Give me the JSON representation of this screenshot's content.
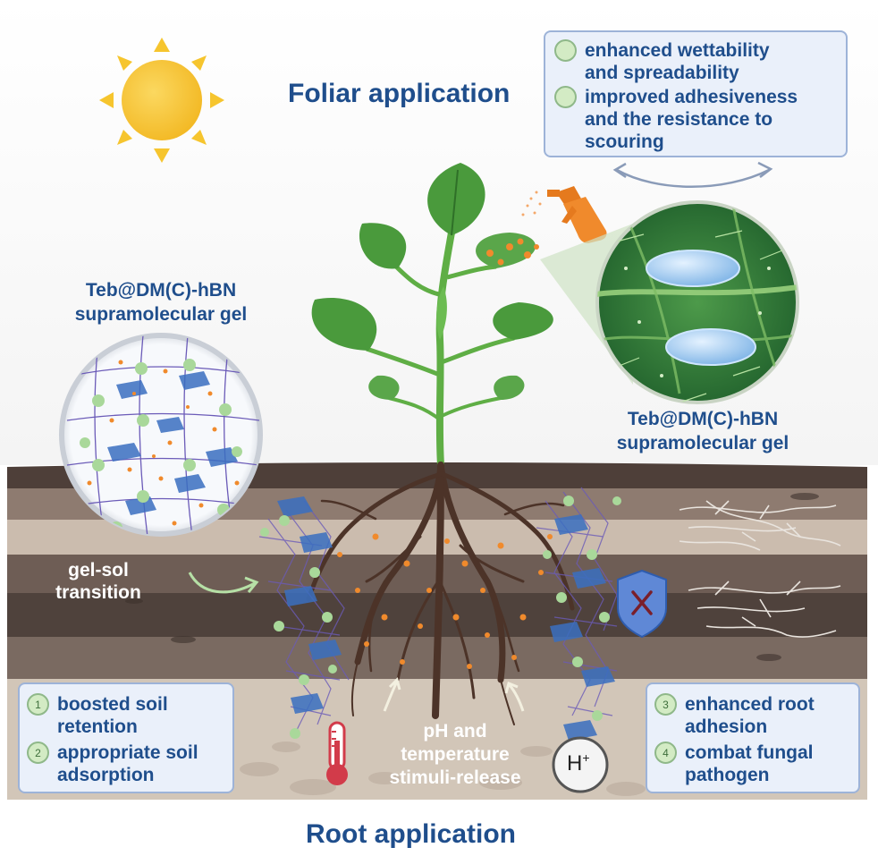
{
  "titles": {
    "foliar": "Foliar application",
    "root": "Root application"
  },
  "gel_labels": {
    "left": [
      "Teb@DM(C)-hBN",
      "supramolecular gel"
    ],
    "right": [
      "Teb@DM(C)-hBN",
      "supramolecular gel"
    ]
  },
  "foliar_box": {
    "items": [
      {
        "marker": "",
        "lines": [
          "enhanced wettability",
          "and spreadability"
        ]
      },
      {
        "marker": "",
        "lines": [
          "improved adhesiveness",
          "and the resistance to",
          "scouring"
        ]
      }
    ]
  },
  "transition_label": [
    "gel-sol",
    "transition"
  ],
  "stimuli_label": [
    "pH and",
    "temperature",
    "stimuli-release"
  ],
  "ion_label": "H",
  "ion_charge": "+",
  "left_box": {
    "items": [
      {
        "marker": "1",
        "lines": [
          "boosted soil",
          "retention"
        ]
      },
      {
        "marker": "2",
        "lines": [
          "appropriate soil",
          "adsorption"
        ]
      }
    ]
  },
  "right_box": {
    "items": [
      {
        "marker": "3",
        "lines": [
          "enhanced root",
          "adhesion"
        ]
      },
      {
        "marker": "4",
        "lines": [
          "combat fungal",
          "pathogen"
        ]
      }
    ]
  },
  "icons": [
    "sun-icon",
    "spray-bottle-icon",
    "thermometer-icon",
    "shield-icon",
    "close-icon"
  ],
  "colors": {
    "title_blue": "#1f4e8c",
    "soil_dark": "#5a4b45",
    "soil_light": "#cdbfb0",
    "leaf_green": "#4a9a3c",
    "gel_blue": "#3a6fc0",
    "drug_orange": "#f08a2c",
    "sun_yellow": "#f6c52e"
  }
}
